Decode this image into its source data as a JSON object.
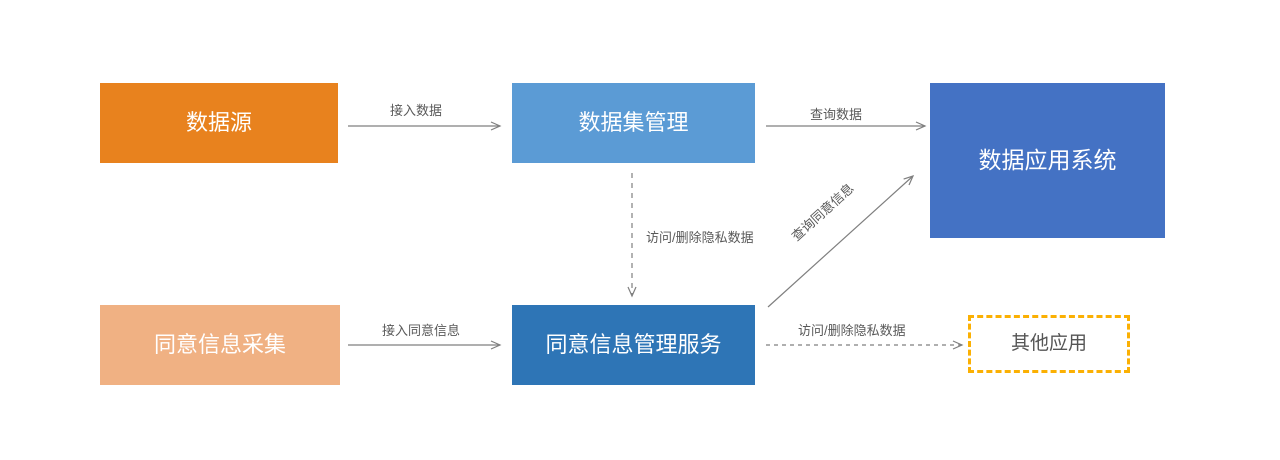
{
  "diagram": {
    "type": "flow-diagram",
    "background_color": "#FFFFFF",
    "nodes": [
      {
        "id": "data-source",
        "label": "数据源",
        "color": "#E8821E",
        "text_color": "#FFFFFF",
        "style": "solid"
      },
      {
        "id": "dataset-management",
        "label": "数据集管理",
        "color": "#5B9BD5",
        "text_color": "#FFFFFF",
        "style": "solid"
      },
      {
        "id": "data-app-system",
        "label": "数据应用系统",
        "color": "#4472C4",
        "text_color": "#FFFFFF",
        "style": "solid"
      },
      {
        "id": "consent-collection",
        "label": "同意信息采集",
        "color": "#F0B183",
        "text_color": "#FFFFFF",
        "style": "solid"
      },
      {
        "id": "consent-service",
        "label": "同意信息管理服务",
        "color": "#2E75B6",
        "text_color": "#FFFFFF",
        "style": "solid"
      },
      {
        "id": "other-app",
        "label": "其他应用",
        "color": "#FFFFFF",
        "text_color": "#555555",
        "style": "dashed",
        "border_color": "#FBB003"
      }
    ],
    "edges": [
      {
        "id": "ingest-data",
        "label": "接入数据",
        "from": "data-source",
        "to": "dataset-management",
        "style": "solid",
        "direction": "right"
      },
      {
        "id": "query-data",
        "label": "查询数据",
        "from": "dataset-management",
        "to": "data-app-system",
        "style": "solid",
        "direction": "right"
      },
      {
        "id": "access-delete-private",
        "label": "访问/删除隐私数据",
        "from": "dataset-management",
        "to": "consent-service",
        "style": "dashed",
        "direction": "down"
      },
      {
        "id": "ingest-consent",
        "label": "接入同意信息",
        "from": "consent-collection",
        "to": "consent-service",
        "style": "solid",
        "direction": "right"
      },
      {
        "id": "query-consent",
        "label": "查询同意信息",
        "from": "consent-service",
        "to": "data-app-system",
        "style": "solid",
        "direction": "up-right"
      },
      {
        "id": "access-delete-otherapp",
        "label": "访问/删除隐私数据",
        "from": "consent-service",
        "to": "other-app",
        "style": "dashed",
        "direction": "right"
      }
    ],
    "edge_color": "#7F7F7F",
    "label_color": "#595959"
  }
}
